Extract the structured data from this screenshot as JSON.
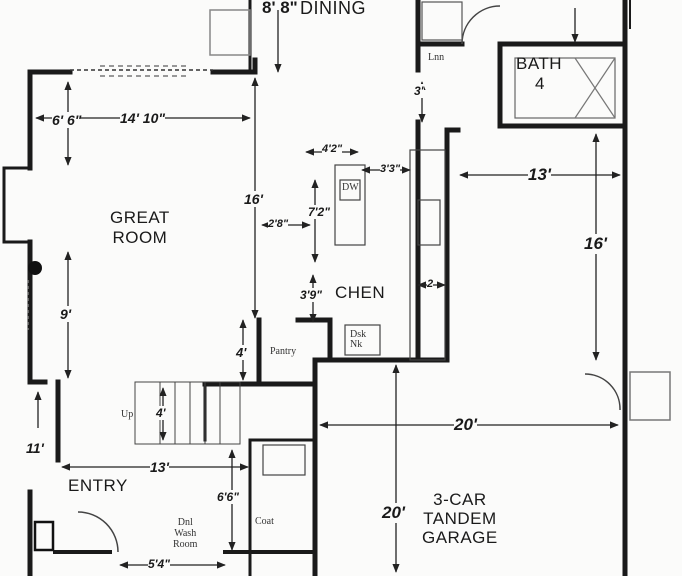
{
  "rooms": {
    "dining": "DINING",
    "bath": "BATH",
    "bath_number": "4",
    "great_room": "GREAT\nROOM",
    "kitchen": "CHEN",
    "entry": "ENTRY",
    "garage": "3-CAR\nTANDEM\nGARAGE"
  },
  "dimensions": {
    "dining": "8' 8\"",
    "great_room_left": "6' 6\"",
    "great_room_width": "14' 10\"",
    "great_room_depth": "16'",
    "great_room_lower": "9'",
    "island_top": "4'2\"",
    "island_right": "3'3\"",
    "island_length": "7'2\"",
    "island_gap": "2'8\"",
    "kitchen_small": "3'9\"",
    "kitchen_right": "2",
    "pantry_depth": "4'",
    "stair_width": "4'",
    "entry_width": "13'",
    "entry_left": "11'",
    "entry_depth": "6'6\"",
    "bottom_width": "5'4\"",
    "bath_gap": "3'",
    "garage_top_width": "13'",
    "garage_top_depth": "16'",
    "garage_width": "20'",
    "garage_depth": "20'"
  },
  "fixtures": {
    "dishwasher": "DW",
    "pantry": "Pantry",
    "laundry_nook": "Dsk\nNk",
    "closet": "Coat",
    "powder": "Dnl\nWash\nRoom",
    "stair_up": "Up",
    "linen": "Lnn"
  },
  "colors": {
    "wall": "#1a1a1a",
    "line": "#222222",
    "paper": "#fbfbfa"
  }
}
